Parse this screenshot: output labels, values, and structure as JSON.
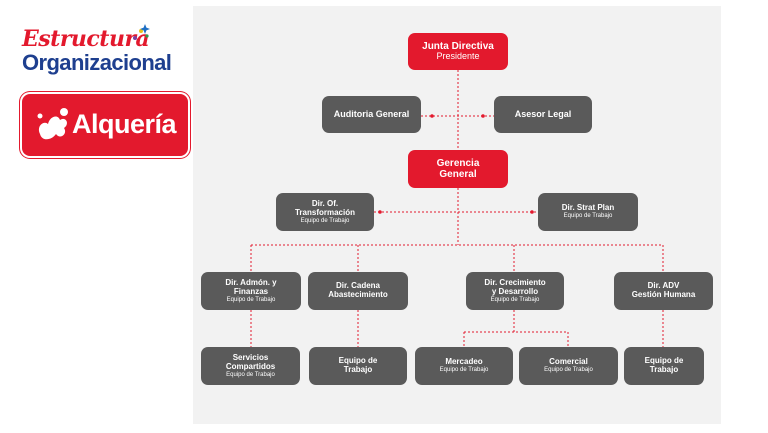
{
  "header": {
    "title_line1": "Estructura",
    "title_line2": "Organizacional",
    "brand": "Alquería"
  },
  "colors": {
    "accent": "#e3192d",
    "node_gray": "#5a5a5a",
    "title_blue": "#1e3f8f",
    "panel_bg": "#f2f2f2"
  },
  "chart": {
    "junta": {
      "title": "Junta Directiva",
      "subtitle": "Presidente"
    },
    "auditoria": {
      "title": "Auditoria General"
    },
    "asesor": {
      "title": "Asesor Legal"
    },
    "gerencia": {
      "title_line1": "Gerencia",
      "title_line2": "General"
    },
    "transformacion": {
      "title_line1": "Dir. Of.",
      "title_line2": "Transformación",
      "subtitle": "Equipo de Trabajo"
    },
    "strat": {
      "title": "Dir. Strat Plan",
      "subtitle": "Equipo de Trabajo"
    },
    "admon": {
      "title_line1": "Dir. Admón. y",
      "title_line2": "Finanzas",
      "subtitle": "Equipo de Trabajo"
    },
    "cadena": {
      "title_line1": "Dir. Cadena",
      "title_line2": "Abastecimiento"
    },
    "crecimiento": {
      "title_line1": "Dir. Crecimiento",
      "title_line2": "y Desarrollo",
      "subtitle": "Equipo de Trabajo"
    },
    "adv": {
      "title_line1": "Dir. ADV",
      "title_line2": "Gestión Humana"
    },
    "servicios": {
      "title_line1": "Servicios",
      "title_line2": "Compartidos",
      "subtitle": "Equipo de Trabajo"
    },
    "equipo1": {
      "title_line1": "Equipo de",
      "title_line2": "Trabajo"
    },
    "mercadeo": {
      "title": "Mercadeo",
      "subtitle": "Equipo de Trabajo"
    },
    "comercial": {
      "title": "Comercial",
      "subtitle": "Equipo de Trabajo"
    },
    "equipo2": {
      "title_line1": "Equipo de",
      "title_line2": "Trabajo"
    }
  }
}
